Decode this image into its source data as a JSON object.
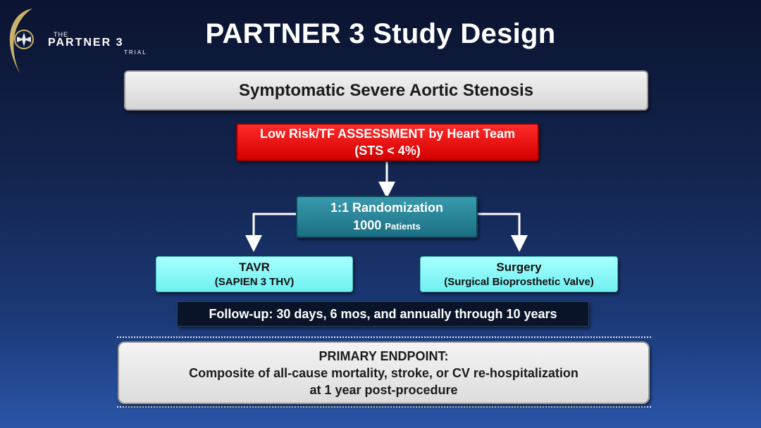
{
  "logo": {
    "the": "THE",
    "name": "PARTNER 3",
    "trial": "TRIAL"
  },
  "title": "PARTNER 3 Study Design",
  "population": "Symptomatic Severe Aortic Stenosis",
  "assessment": {
    "line1": "Low Risk/TF ASSESSMENT by Heart Team",
    "line2": "(STS < 4%)"
  },
  "randomization": {
    "line1": "1:1 Randomization",
    "count": "1000",
    "count_unit": "Patients"
  },
  "arms": {
    "tavr": {
      "name": "TAVR",
      "detail": "(SAPIEN 3 THV)"
    },
    "surgery": {
      "name": "Surgery",
      "detail": "(Surgical Bioprosthetic Valve)"
    }
  },
  "followup": "Follow-up: 30 days, 6 mos, and annually through 10 years",
  "endpoint": {
    "heading": "PRIMARY ENDPOINT:",
    "line1": "Composite of all-cause mortality, stroke, or CV re-hospitalization",
    "line2": "at 1 year post-procedure"
  },
  "colors": {
    "assessment": "#e60000",
    "randomization": "#2a8799",
    "arms": "#8cf8f8",
    "followup": "#0a1428",
    "background": "#13244e"
  }
}
